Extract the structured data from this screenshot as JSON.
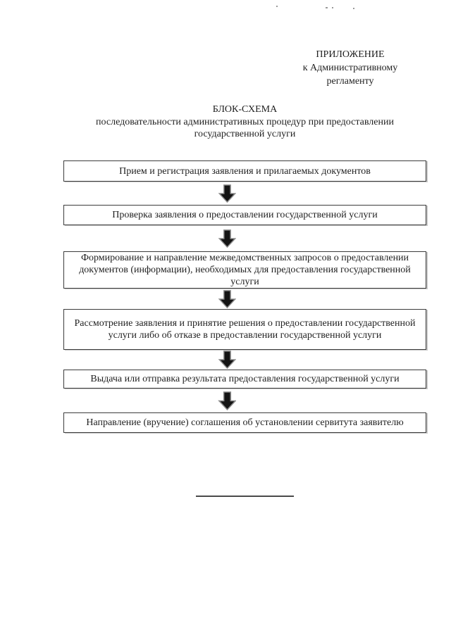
{
  "page": {
    "header": {
      "lines": [
        "ПРИЛОЖЕНИЕ",
        "к Административному",
        "регламенту"
      ]
    },
    "title": {
      "line1": "БЛОК-СХЕМА",
      "subtitle_lines": [
        "последовательности административных процедур при предоставлении",
        "государственной услуги"
      ]
    },
    "flowchart": {
      "steps": [
        "Прием и регистрация заявления и прилагаемых документов",
        "Проверка заявления о предоставлении государственной услуги",
        "Формирование и направление межведомственных запросов о предоставлении документов (информации), необходимых для предоставления государственной услуги",
        "Рассмотрение заявления и принятие решения о предоставлении государственной услуги либо об отказе в предоставлении государственной услуги",
        "Выдача или отправка результата предоставления государственной услуги",
        "Направление (вручение) соглашения об установлении сервитута заявителю"
      ]
    },
    "colors": {
      "ink": "#1f1f1f",
      "border": "#3c3c3c",
      "arrow_fill": "#141414",
      "arrow_outline": "#8a8a8a",
      "rule": "#4a4a4a"
    }
  }
}
